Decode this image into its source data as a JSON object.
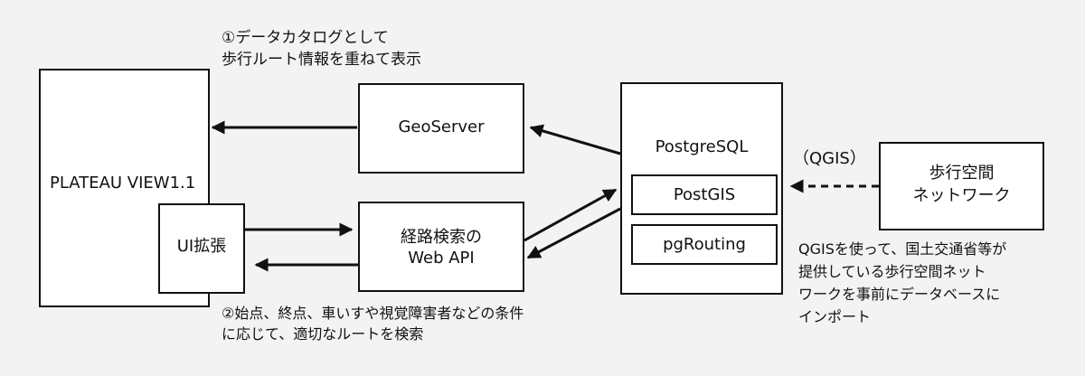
{
  "diagram": {
    "boxes": {
      "plateau_view": "PLATEAU VIEW1.1",
      "ui_extension": "UI拡張",
      "geoserver": "GeoServer",
      "route_api_line1": "経路検索の",
      "route_api_line2": "Web API",
      "postgresql": "PostgreSQL",
      "postgis": "PostGIS",
      "pgrouting": "pgRouting",
      "network_line1": "歩行空間",
      "network_line2": "ネットワーク"
    },
    "annotations": {
      "catalog_line1": "①データカタログとして",
      "catalog_line2": "歩行ルート情報を重ねて表示",
      "search_line1": "②始点、終点、車いすや視覚障害者などの条件",
      "search_line2": "に応じて、適切なルートを検索",
      "qgis": "（QGIS）",
      "import_line1": "QGISを使って、国土交通省等が",
      "import_line2": "提供している歩行空間ネット",
      "import_line3": "ワークを事前にデータベースに",
      "import_line4": "インポート"
    }
  }
}
